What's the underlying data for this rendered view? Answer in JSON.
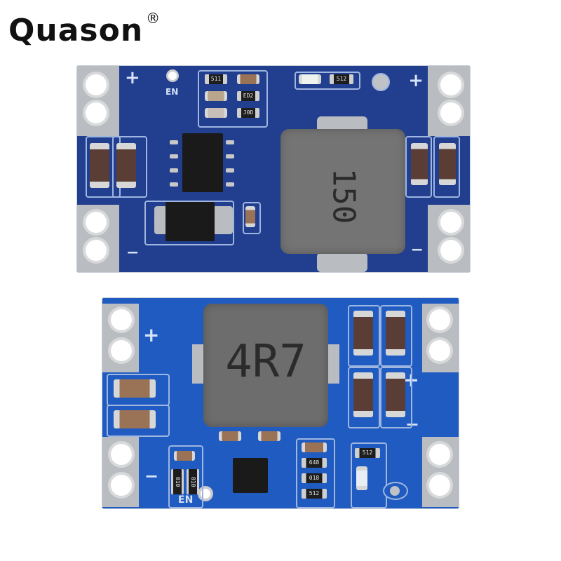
{
  "brand": {
    "name": "Quason",
    "mark": "®"
  },
  "boards": [
    {
      "id": "top-board",
      "color": "#213e8f",
      "labels": {
        "plus_left": "+",
        "plus_right": "+",
        "minus_left": "−",
        "minus_right": "−",
        "enable": "EN"
      },
      "inductor_marking": "150",
      "resistor_markings": [
        "511",
        "ED2",
        "J0D",
        "512"
      ]
    },
    {
      "id": "bottom-board",
      "color": "#1f5bc0",
      "labels": {
        "plus_left": "+",
        "plus_right": "+",
        "minus_left": "−",
        "minus_right": "−",
        "enable": "EN"
      },
      "inductor_marking": "4R7",
      "resistor_markings": [
        "010",
        "010",
        "648",
        "018",
        "512",
        "512"
      ]
    }
  ]
}
